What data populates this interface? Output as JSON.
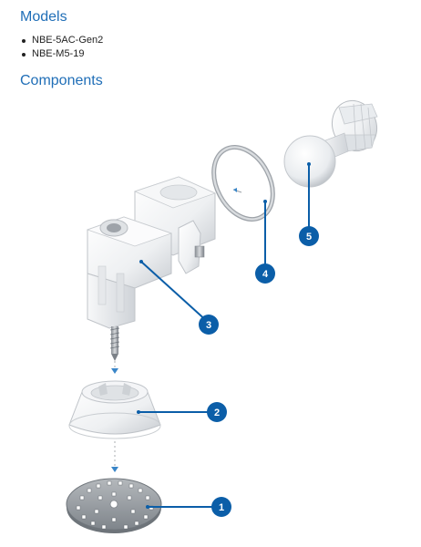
{
  "sections": {
    "models": {
      "title": "Models",
      "items": [
        "NBE-5AC-Gen2",
        "NBE-M5-19"
      ]
    },
    "components": {
      "title": "Components"
    }
  },
  "callouts": [
    {
      "number": "1",
      "part": "base-plate"
    },
    {
      "number": "2",
      "part": "collar"
    },
    {
      "number": "3",
      "part": "mount-bracket"
    },
    {
      "number": "4",
      "part": "ring"
    },
    {
      "number": "5",
      "part": "ball-joint"
    }
  ],
  "colors": {
    "heading": "#1f6eb7",
    "callout": "#0b5ea8",
    "text": "#222222"
  }
}
